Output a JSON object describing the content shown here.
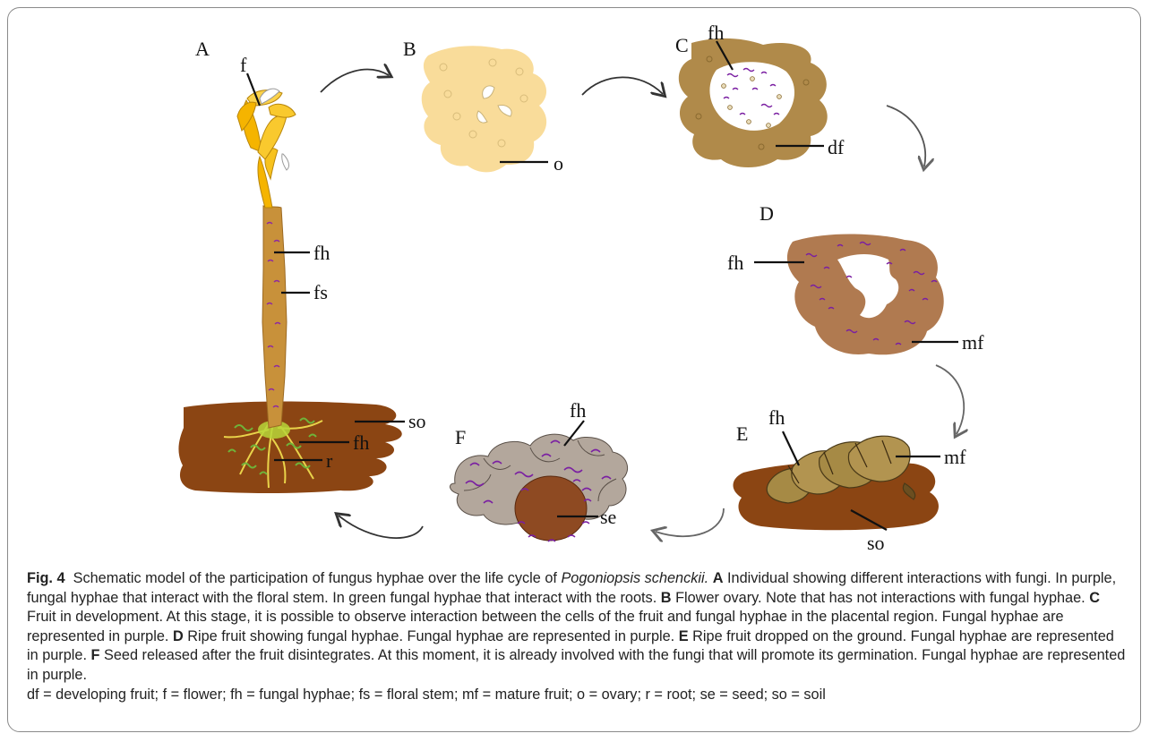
{
  "figure": {
    "panels": {
      "A": "A",
      "B": "B",
      "C": "C",
      "D": "D",
      "E": "E",
      "F": "F"
    },
    "labels": {
      "a_f": "f",
      "a_fh": "fh",
      "a_fs": "fs",
      "a_so": "so",
      "a_fh2": "fh",
      "a_r": "r",
      "b_o": "o",
      "c_fh": "fh",
      "c_df": "df",
      "d_fh": "fh",
      "d_mf": "mf",
      "e_fh": "fh",
      "e_mf": "mf",
      "e_so": "so",
      "f_fh": "fh",
      "f_se": "se"
    },
    "colors": {
      "soil": "#8B4513",
      "stem": "#C8913A",
      "flower": "#F5B400",
      "ovary": "#F9DC9A",
      "developing_fruit": "#B08A4A",
      "mature_fruit": "#B07A50",
      "hyphae_purple": "#7A1FA2",
      "hyphae_green": "#7DBE3A",
      "seed": "#8E4A22",
      "fruit_shell": "#B3A79C"
    }
  },
  "caption": {
    "fig_label": "Fig. 4",
    "intro": "Schematic model of the participation of fungus hyphae over the life cycle of",
    "species": "Pogoniopsis schenckii.",
    "a_key": "A",
    "a_text": "Individual showing different interactions with fungi. In purple, fungal hyphae that interact with the floral stem. In green fungal hyphae that interact with the roots.",
    "b_key": "B",
    "b_text": "Flower ovary. Note that has not interactions with fungal hyphae.",
    "c_key": "C",
    "c_text": "Fruit in development. At this stage, it is possible to observe interaction between the cells of the fruit and fungal hyphae in the placental region. Fungal hyphae are represented in purple.",
    "d_key": "D",
    "d_text": "Ripe fruit showing fungal hyphae. Fungal hyphae are represented in purple.",
    "e_key": "E",
    "e_text": "Ripe fruit dropped on the ground. Fungal hyphae are represented in purple.",
    "f_key": "F",
    "f_text": "Seed released after the fruit disintegrates. At this moment, it is already involved with the fungi that will promote its germination. Fungal hyphae are represented in purple.",
    "abbreviations": "df = developing fruit; f = flower; fh = fungal hyphae; fs = floral stem; mf = mature fruit; o = ovary; r = root; se = seed; so = soil"
  }
}
